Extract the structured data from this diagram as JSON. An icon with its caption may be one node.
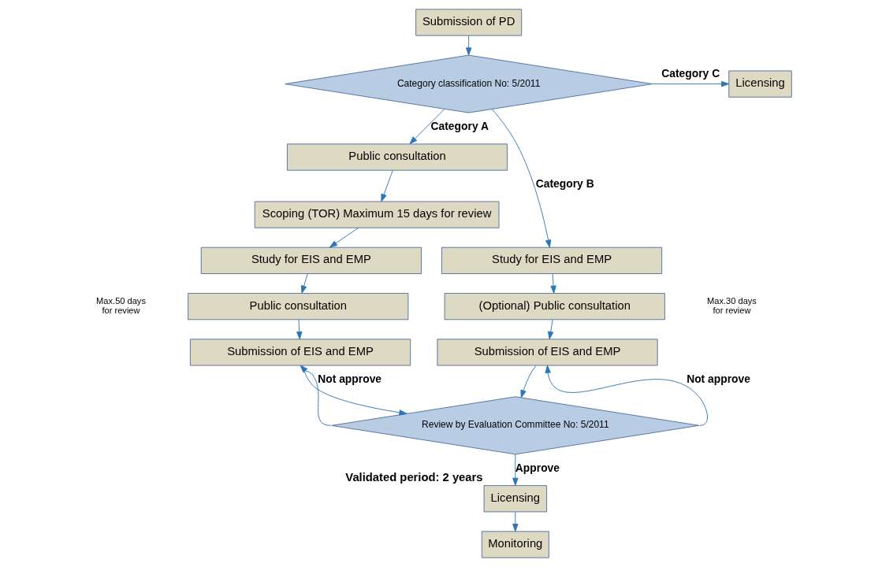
{
  "diagram": {
    "nodes": [
      {
        "text": [
          "Submission of PD"
        ]
      },
      {
        "text": [
          "Category classification No: 5/2011"
        ]
      },
      {
        "text": [
          "Licensing"
        ]
      },
      {
        "text": [
          "Public consultation"
        ]
      },
      {
        "text": [
          "Scoping (TOR) Maximum 15 days for review"
        ]
      },
      {
        "text": [
          "Study for EIS and EMP"
        ]
      },
      {
        "text": [
          "Public consultation"
        ]
      },
      {
        "text": [
          "Submission of EIS and EMP"
        ]
      },
      {
        "text": [
          "Study for EIS and EMP"
        ]
      },
      {
        "text": [
          "(Optional) Public consultation"
        ]
      },
      {
        "text": [
          "Submission of EIS and EMP"
        ]
      },
      {
        "text": [
          "Review by Evaluation Committee No: 5/2011"
        ]
      },
      {
        "text": [
          "Licensing"
        ],
        "beside": [
          "Validated period: 2 years"
        ]
      },
      {
        "text": [
          "Monitoring"
        ]
      }
    ],
    "edges": [
      {
        "from": 0,
        "to": 1,
        "arrow": "to"
      },
      {
        "from": 1,
        "to": 2,
        "arrow": "to",
        "label": "Category C"
      },
      {
        "from": 1,
        "to": 3,
        "arrow": "to",
        "label": "Category A"
      },
      {
        "from": 1,
        "to": 8,
        "arrow": "to",
        "label": "Category B"
      },
      {
        "from": 3,
        "to": 4,
        "arrow": "to"
      },
      {
        "from": 4,
        "to": 5,
        "arrow": "to"
      },
      {
        "from": 5,
        "to": 6,
        "arrow": "to"
      },
      {
        "from": 6,
        "to": 7,
        "arrow": "to"
      },
      {
        "from": 8,
        "to": 9,
        "arrow": "to"
      },
      {
        "from": 9,
        "to": 10,
        "arrow": "to"
      },
      {
        "from": 7,
        "to": 11,
        "arrow": "to"
      },
      {
        "from": 10,
        "to": 11,
        "arrow": "to"
      },
      {
        "from": 11,
        "to": 7,
        "arrow": "to",
        "label": "Not approve"
      },
      {
        "from": 11,
        "to": 10,
        "arrow": "to",
        "label": "Not approve"
      },
      {
        "from": 11,
        "to": 12,
        "arrow": "to",
        "label": "Approve"
      },
      {
        "from": 12,
        "to": 13,
        "arrow": "to"
      }
    ],
    "labels": [
      "Max.50 days for review",
      "Max.30 days for review"
    ]
  }
}
